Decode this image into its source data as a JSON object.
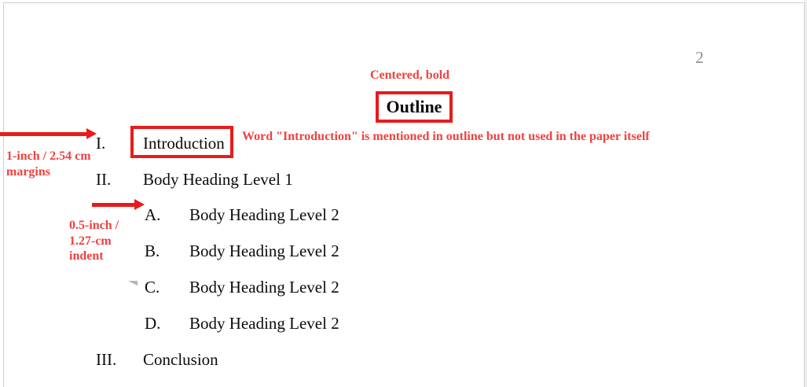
{
  "document": {
    "page_number": "2",
    "title": "Outline"
  },
  "outline": {
    "items": [
      {
        "marker": "I.",
        "text": "Introduction",
        "level": 1
      },
      {
        "marker": "II.",
        "text": "Body Heading Level 1",
        "level": 1
      },
      {
        "marker": "A.",
        "text": "Body Heading Level 2",
        "level": 2
      },
      {
        "marker": "B.",
        "text": "Body Heading Level 2",
        "level": 2
      },
      {
        "marker": "C.",
        "text": "Body Heading Level 2",
        "level": 2
      },
      {
        "marker": "D.",
        "text": "Body Heading Level 2",
        "level": 2
      },
      {
        "marker": "III.",
        "text": "Conclusion",
        "level": 1
      }
    ]
  },
  "annotations": {
    "centered_bold": "Centered, bold",
    "margins": "1-inch / 2.54 cm\nmargins",
    "indent": "0.5-inch /\n1.27-cm\nindent",
    "intro_note": "Word \"Introduction\" is mentioned in outline but not used in the paper itself"
  },
  "colors": {
    "annotation_text": "#f0413f",
    "box_border": "#e81b1b",
    "arrow": "#e81b1b",
    "page_number": "#8e8e8e",
    "body_text": "#0b0b0b",
    "page_edge": "#cfcfcf"
  },
  "icons": {
    "collapse_marker": "collapse-triangle-icon"
  }
}
